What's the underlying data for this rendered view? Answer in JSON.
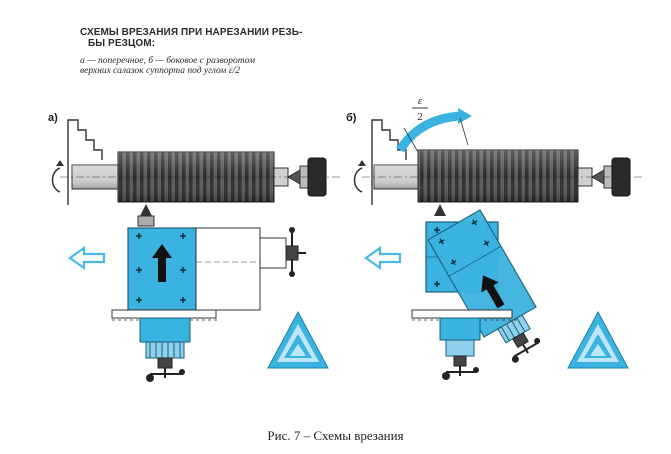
{
  "header": {
    "title_line1": "СХЕМЫ ВРЕЗАНИЯ ПРИ НАРЕЗАНИИ РЕЗЬ-",
    "title_line2": "БЫ РЕЗЦОМ:",
    "subtitle_line1": "а — поперечное, б — боковое с разворотом",
    "subtitle_line2": "верхних салазок суппорта под углом ε/2"
  },
  "panels": {
    "a_label": "а)",
    "b_label": "б)",
    "angle_numerator": "ε",
    "angle_denominator": "2"
  },
  "caption": "Рис. 7 – Схемы врезания",
  "colors": {
    "cyan": "#3bb3e0",
    "cyan_light": "#a9dcf2",
    "dark": "#222222",
    "thread": "#3a3a3a"
  }
}
